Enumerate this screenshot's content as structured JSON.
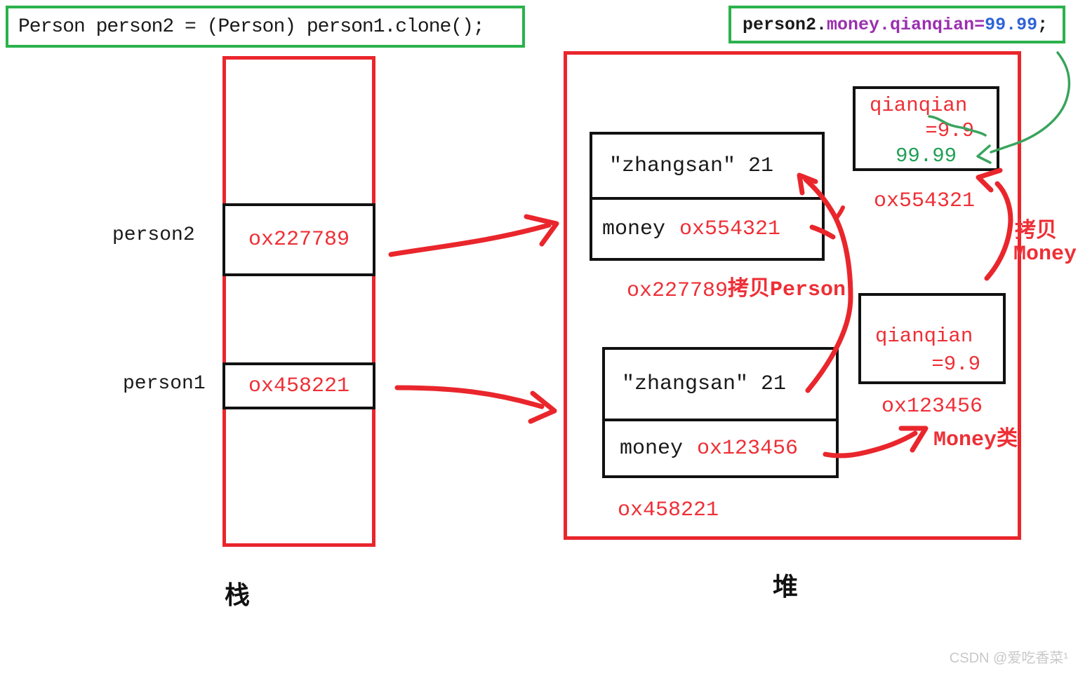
{
  "code_box": {
    "text": "Person person2 = (Person) person1.clone();"
  },
  "assign_box": {
    "object": "person2.",
    "field": "money.",
    "subfield": "qianqian",
    "equals": "=",
    "value": "99.99",
    "semicolon": ";"
  },
  "stack": {
    "title": "栈",
    "slots": [
      {
        "name": "person2",
        "address": "ox227789"
      },
      {
        "name": "person1",
        "address": "ox458221"
      }
    ]
  },
  "heap": {
    "title": "堆",
    "person2_object": {
      "fields_text": "″zhangsan″ 21",
      "money_label": "money",
      "money_address": "ox554321",
      "address": "ox227789"
    },
    "person1_object": {
      "fields_text": "″zhangsan″ 21",
      "money_label": "money",
      "money_address": "ox123456",
      "address": "ox458221"
    },
    "money2_object": {
      "name": "qianqian",
      "old_value": "=9.9",
      "new_value": "99.99",
      "address": "ox554321"
    },
    "money1_object": {
      "name": "qianqian",
      "value": "=9.9",
      "address": "ox123456"
    },
    "annotations": {
      "copy_person": "拷贝Person",
      "copy_money_line1": "拷贝",
      "copy_money_line2": "Money",
      "money_class": "Money类"
    }
  },
  "watermark": "CSDN @爱吃香菜¹",
  "colors": {
    "red": "#e9262c",
    "green": "#2bb24c",
    "text_red": "#ee2f36",
    "text_green": "#1fa054",
    "purple": "#9b2fb0",
    "blue": "#2e63d6"
  }
}
